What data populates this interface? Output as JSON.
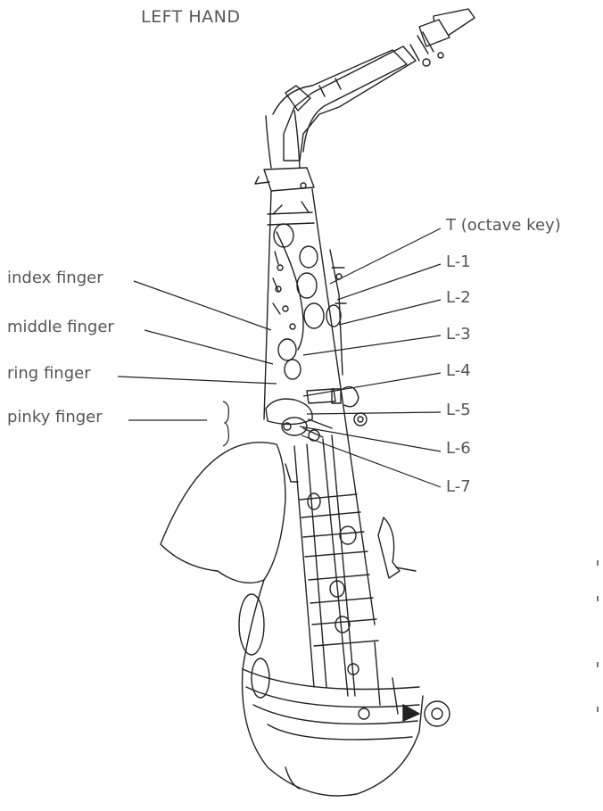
{
  "title": "LEFT HAND",
  "finger_labels": [
    {
      "id": "index",
      "text": "index finger"
    },
    {
      "id": "middle",
      "text": "middle finger"
    },
    {
      "id": "ring",
      "text": "ring finger"
    },
    {
      "id": "pinky",
      "text": "pinky finger"
    }
  ],
  "key_labels": [
    {
      "id": "T",
      "text": "T (octave key)"
    },
    {
      "id": "L1",
      "text": "L-1"
    },
    {
      "id": "L2",
      "text": "L-2"
    },
    {
      "id": "L3",
      "text": "L-3"
    },
    {
      "id": "L4",
      "text": "L-4"
    },
    {
      "id": "L5",
      "text": "L-5"
    },
    {
      "id": "L6",
      "text": "L-6"
    },
    {
      "id": "L7",
      "text": "L-7"
    }
  ]
}
